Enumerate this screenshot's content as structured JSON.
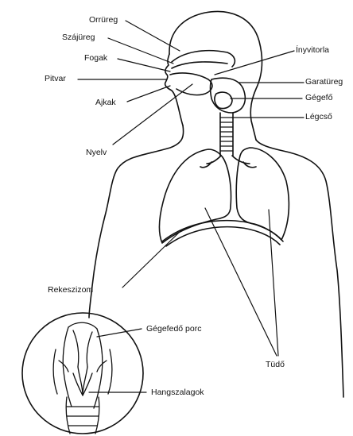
{
  "labels": {
    "orrureg": "Orrüreg",
    "szajureg": "Szájüreg",
    "fogak": "Fogak",
    "pitvar": "Pitvar",
    "ajkak": "Ajkak",
    "nyelv": "Nyelv",
    "inyvitorla": "Ínyvitorla",
    "garatureg": "Garatüreg",
    "gegefo": "Gégefő",
    "legcso": "Légcső",
    "rekeszizom": "Rekeszizom",
    "tudo": "Tüdő",
    "gegefedo_porc": "Gégefedő porc",
    "hangszalagok": "Hangszalagok"
  },
  "colors": {
    "stroke": "#111111",
    "background": "#ffffff"
  }
}
